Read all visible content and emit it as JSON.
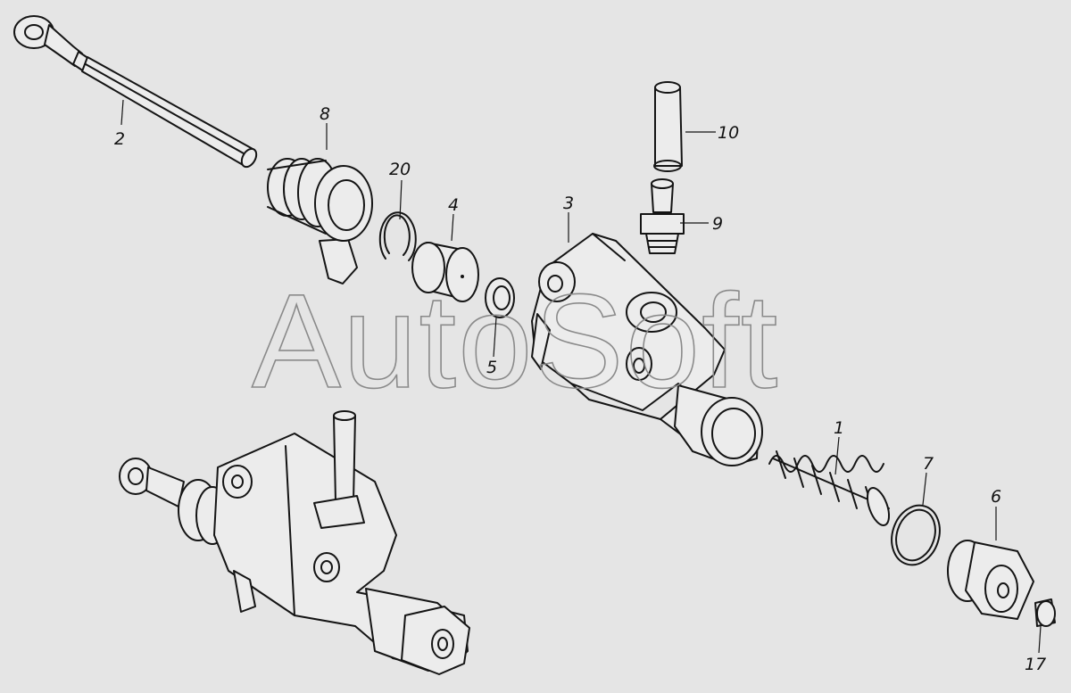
{
  "watermark": "AutoSoft",
  "callouts": {
    "c1": "1",
    "c2": "2",
    "c3": "3",
    "c4": "4",
    "c5": "5",
    "c6": "6",
    "c7": "7",
    "c8": "8",
    "c9": "9",
    "c10": "10",
    "c17": "17",
    "c20": "20"
  },
  "colors": {
    "background": "#e5e5e5",
    "line": "#141414",
    "watermark": "#8a8a8a"
  }
}
